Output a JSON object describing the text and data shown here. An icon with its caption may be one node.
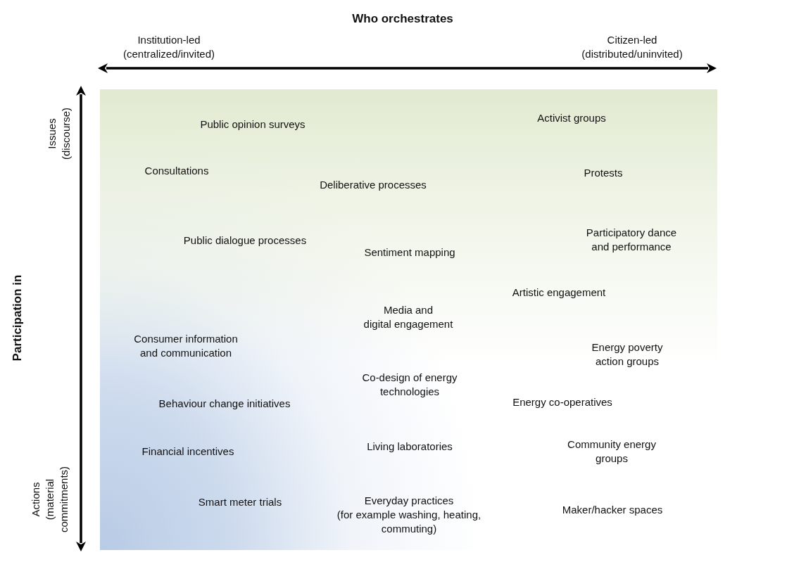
{
  "diagram": {
    "labels": [
      "Who orchestrates",
      "Institution-led (centralized/invited)",
      "Citizen-led (distributed/uninvited)",
      "Participation in",
      "Issues (discourse)",
      "Actions (material commitments)",
      "Public opinion surveys",
      "Activist groups",
      "Consultations",
      "Deliberative processes",
      "Protests",
      "Public dialogue processes",
      "Sentiment mapping",
      "Participatory dance and performance",
      "Artistic engagement",
      "Consumer information and communication",
      "Media and digital engagement",
      "Energy poverty action groups",
      "Co-design of energy technologies",
      "Behaviour change initiatives",
      "Energy co-operatives",
      "Financial incentives",
      "Living laboratories",
      "Community energy groups",
      "Smart meter trials",
      "Everyday practices (for example washing, heating, commuting)",
      "Maker/hacker spaces"
    ]
  }
}
